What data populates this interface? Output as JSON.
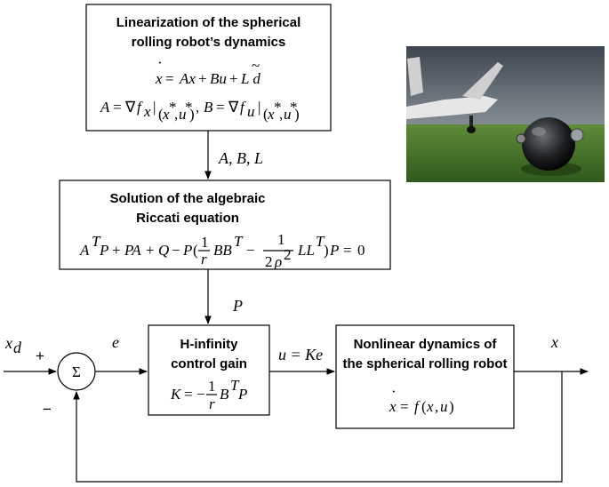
{
  "blocks": {
    "linearization": {
      "title_line1": "Linearization of the spherical",
      "title_line2": "rolling robot’s dynamics",
      "eq1": "x = Ax + Bu + L d",
      "eq2": "A = ∇f_x |_(x*,u*) , B = ∇f_u |_(x*,u*)"
    },
    "riccati": {
      "title_line1": "Solution of the algebraic",
      "title_line2": "Riccati  equation",
      "eq": "A^T P + PA + Q − P(1/r BB^T − 1/(2ρ²) LL^T)P = 0"
    },
    "hinf": {
      "title_line1": "H-infinity",
      "title_line2": "control  gain",
      "eq": "K = −1/r B^T P"
    },
    "nonlinear": {
      "title_line1": "Nonlinear dynamics of",
      "title_line2": "the spherical rolling robot",
      "eq": "x = f(x,u)"
    }
  },
  "signals": {
    "abl": "A, B, L",
    "p": "P",
    "xd": "x_d",
    "e": "e",
    "u": "u = Ke",
    "x": "x",
    "sigma": "Σ",
    "plus": "+",
    "minus": "−"
  },
  "photo": {
    "content": "spherical rolling robot on grass next to airplane"
  },
  "colors": {
    "line": "#000000",
    "box_fill": "#ffffff"
  }
}
